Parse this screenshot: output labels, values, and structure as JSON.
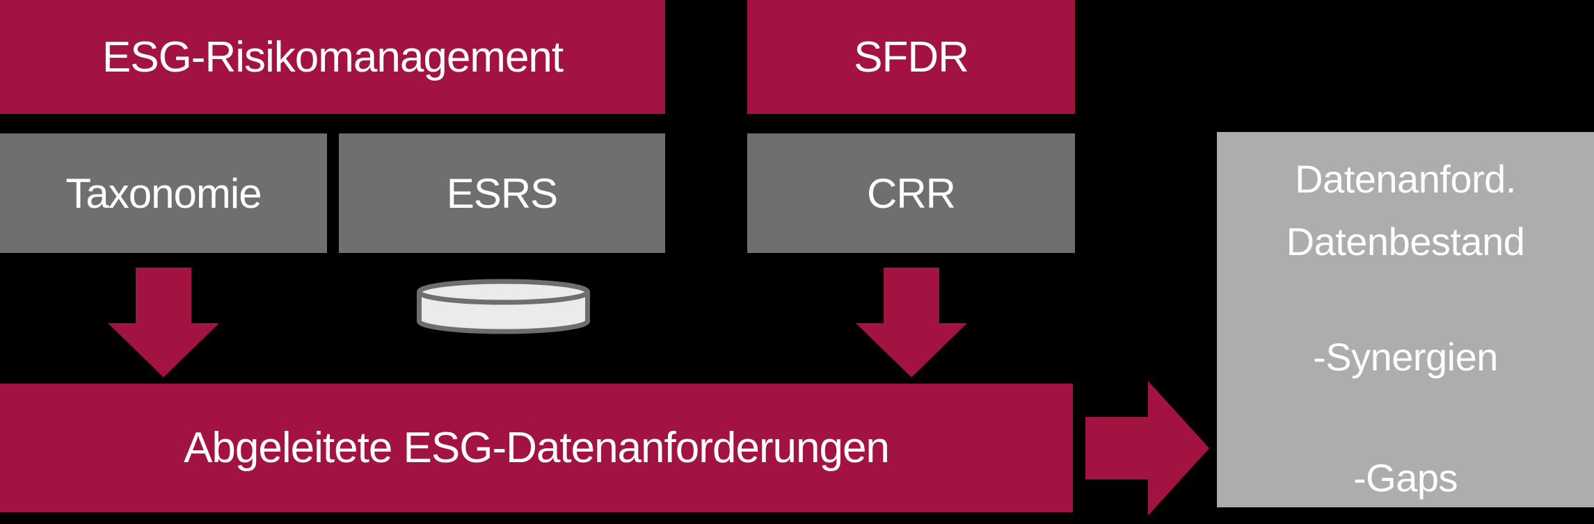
{
  "colors": {
    "background": "#000000",
    "accent_crimson": "#A21342",
    "gray_box": "#6F6F6F",
    "light_gray_box": "#ADADAD",
    "cylinder_fill": "#EBEBEB",
    "cylinder_stroke": "#6E6E6E",
    "text": "#FFFFFF"
  },
  "header_row": {
    "esg_risk_label": "ESG-Risikomanagement",
    "sfdr_label": "SFDR"
  },
  "regulation_row": {
    "taxonomie_label": "Taxonomie",
    "esrs_label": "ESRS",
    "crr_label": "CRR"
  },
  "icons": {
    "down_arrow_left": "down-arrow-icon",
    "down_arrow_right": "down-arrow-icon",
    "database_cylinder": "database-cylinder-icon",
    "right_arrow": "right-arrow-icon"
  },
  "derived_box": {
    "label": "Abgeleitete ESG-Datenanforderungen"
  },
  "result_box": {
    "lines": [
      "Datenanford.",
      "Datenbestand",
      "-Synergien",
      "-Gaps"
    ]
  }
}
